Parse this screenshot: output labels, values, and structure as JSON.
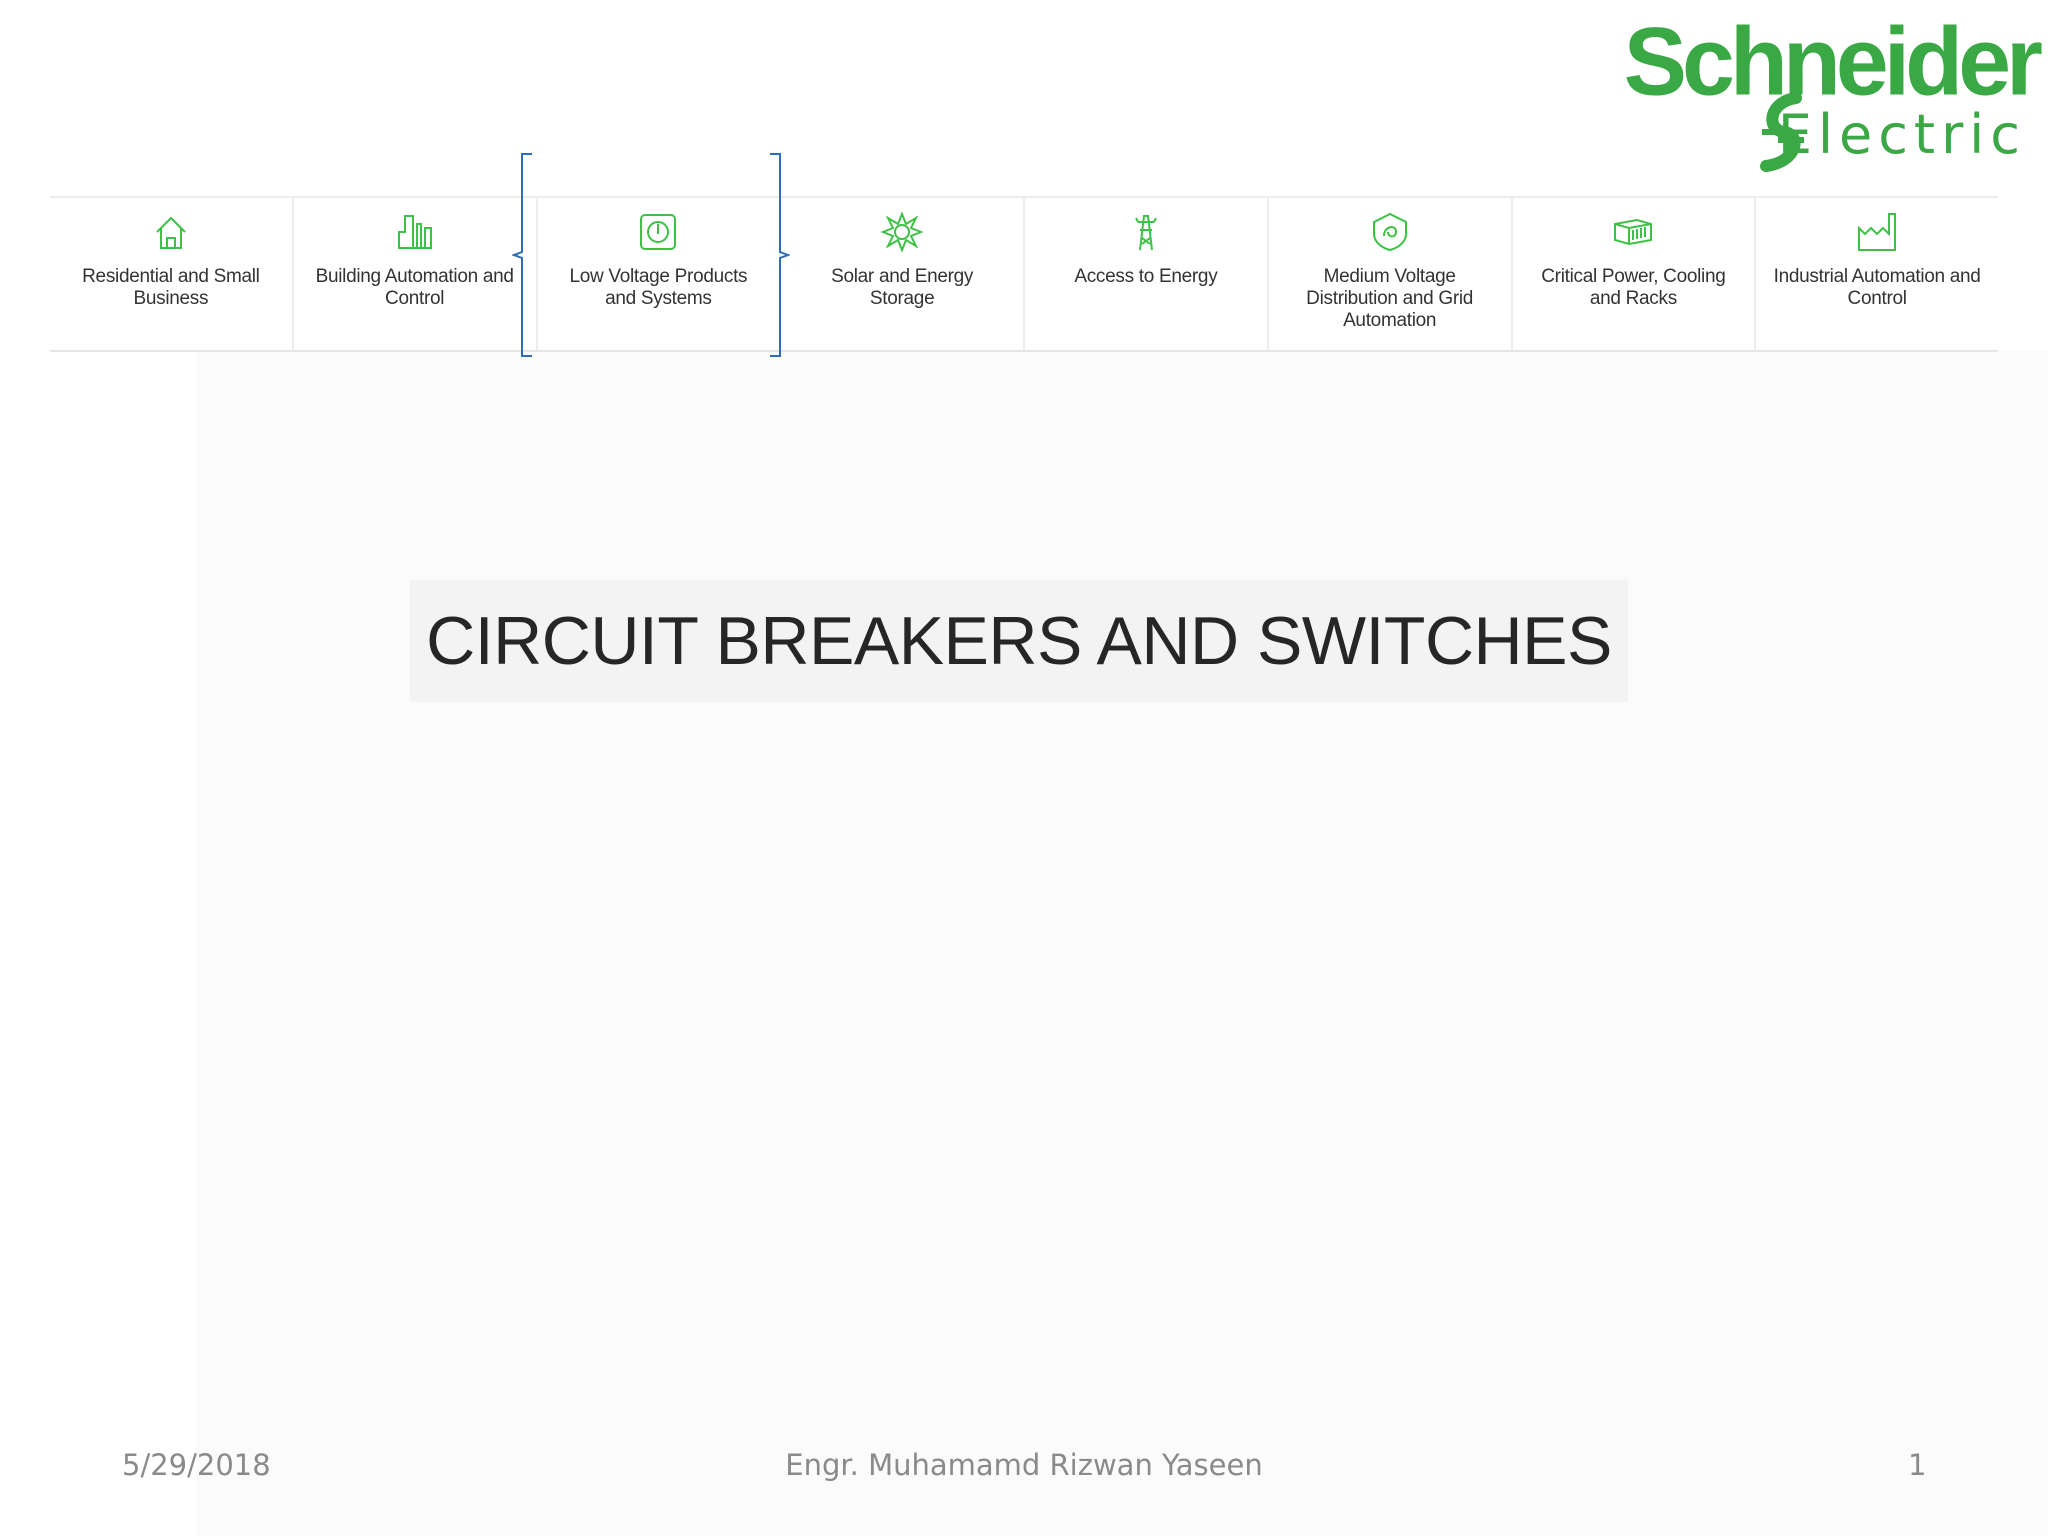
{
  "brand": {
    "line1": "Schneider",
    "line2": "Electric",
    "color": "#3aa945"
  },
  "nav": {
    "accent": "#3ec146",
    "items": [
      {
        "label": "Residential and Small Business",
        "icon": "house-icon"
      },
      {
        "label": "Building Automation and Control",
        "icon": "building-icon"
      },
      {
        "label": "Low Voltage Products and Systems",
        "icon": "power-switch-icon"
      },
      {
        "label": "Solar and Energy Storage",
        "icon": "sun-icon"
      },
      {
        "label": "Access to Energy",
        "icon": "pylon-icon"
      },
      {
        "label": "Medium Voltage Distribution and Grid Automation",
        "icon": "shield-icon"
      },
      {
        "label": "Critical Power, Cooling and Racks",
        "icon": "server-rack-icon"
      },
      {
        "label": "Industrial Automation and Control",
        "icon": "factory-icon"
      }
    ],
    "highlight_color": "#2f6db5"
  },
  "title": "CIRCUIT BREAKERS AND SWITCHES",
  "footer": {
    "date": "5/29/2018",
    "author": "Engr. Muhamamd Rizwan Yaseen",
    "page": "1"
  }
}
